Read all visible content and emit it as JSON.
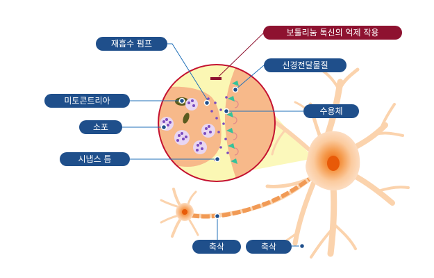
{
  "labels": {
    "reuptake_pump": "재흡수 펌프",
    "mitochondria": "미토콘트리아",
    "vesicle": "소포",
    "synaptic_cleft": "시냅스 틈",
    "botulinum": "보툴리눔 톡신의 억제 작용",
    "neurotransmitter": "신경전달물질",
    "receptor": "수용체",
    "axon_left": "축삭",
    "axon_right": "축삭"
  },
  "colors": {
    "label_blue": "#1f4f8b",
    "label_red": "#8e1230",
    "neuron_body": "#fbd3ad",
    "neuron_core": "#f07a20",
    "terminal": "#f7b98a",
    "highlight": "#fbf7b4",
    "vesicle_dot": "#7a4bbf",
    "receptor_green": "#36c29a",
    "leader_line": "#1f6fb8"
  },
  "icons": {
    "connector_dot": "dot-icon"
  }
}
